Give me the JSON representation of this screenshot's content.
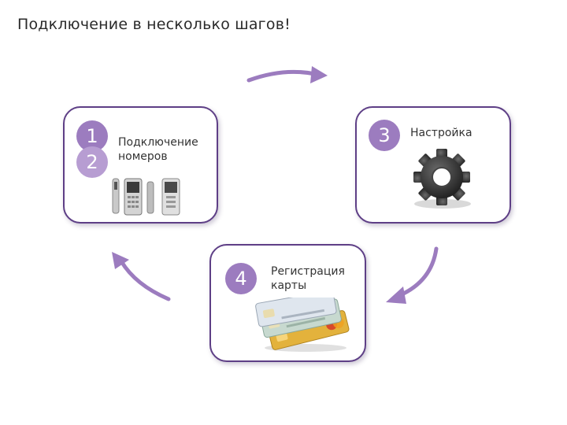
{
  "title": "Подключение в несколько шагов!",
  "steps": [
    {
      "number": "1",
      "label": ""
    },
    {
      "number": "2",
      "label": "Подключение номеров"
    },
    {
      "number": "3",
      "label": "Настройка"
    },
    {
      "number": "4",
      "label": "Регистрация карты"
    }
  ],
  "colors": {
    "border": "#5e3f86",
    "badge": "#9c7cbf",
    "arrow": "#9c7cbf"
  },
  "icons": [
    "phones-image",
    "gear-image",
    "credit-cards-image"
  ]
}
